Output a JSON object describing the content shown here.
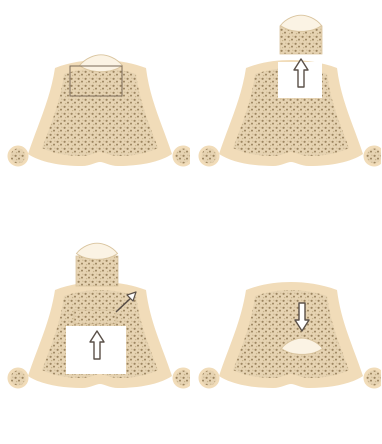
{
  "colors": {
    "background": "#ffffff",
    "cortical_bone": "#f1dcb9",
    "cancellous_bone": "#e6d3b2",
    "speckle": "#9c8560",
    "speckle_light": "#c8b48c",
    "cartilage": "#fbf3e4",
    "cartilage_edge": "#d9c49e",
    "cut_outline": "#7a6a58",
    "arrow_outline": "#5a5048",
    "arrow_fill": "#ffffff"
  },
  "panels": [
    {
      "id": "a",
      "step": "outline-osteotomy"
    },
    {
      "id": "b",
      "step": "lift-block"
    },
    {
      "id": "c",
      "step": "remove-wafer"
    },
    {
      "id": "d",
      "step": "reseat-block"
    }
  ]
}
